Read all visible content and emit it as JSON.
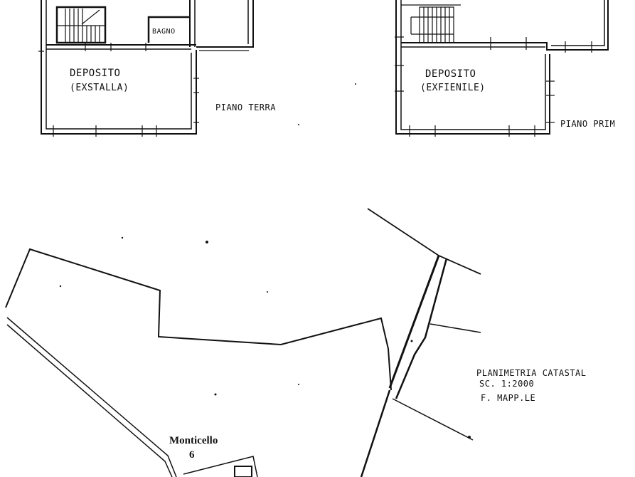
{
  "plan_ground": {
    "room_main": "DEPOSITO",
    "room_main_sub": "(EXSTALLA)",
    "room_small": "BAGNO",
    "floor_label": "PIANO TERRA"
  },
  "plan_first": {
    "room_main": "DEPOSITO",
    "room_main_sub": "(EXFIENILE)",
    "floor_label": "PIANO PRIM"
  },
  "cadastral": {
    "title": "PLANIMETRIA CATASTAL",
    "scale": "SC. 1:2000",
    "sheet": "F.   MAPP.LE",
    "locality_name": "Monticello",
    "locality_number": "6"
  },
  "colors": {
    "ink": "#111111",
    "paper": "#ffffff"
  }
}
